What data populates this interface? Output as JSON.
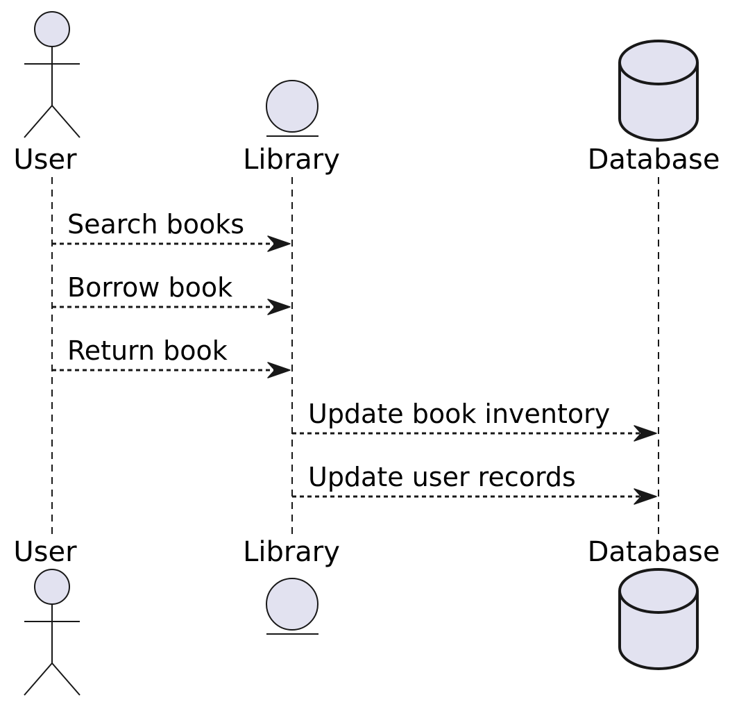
{
  "participants": [
    {
      "id": "user",
      "label": "User",
      "kind": "actor"
    },
    {
      "id": "library",
      "label": "Library",
      "kind": "entity"
    },
    {
      "id": "database",
      "label": "Database",
      "kind": "database"
    }
  ],
  "messages": [
    {
      "from": "user",
      "to": "library",
      "label": "Search books"
    },
    {
      "from": "user",
      "to": "library",
      "label": "Borrow book"
    },
    {
      "from": "user",
      "to": "library",
      "label": "Return book"
    },
    {
      "from": "library",
      "to": "database",
      "label": "Update book inventory"
    },
    {
      "from": "library",
      "to": "database",
      "label": "Update user records"
    }
  ],
  "colors": {
    "shape_fill": "#e2e2f0",
    "stroke": "#181818",
    "text": "#000000"
  }
}
